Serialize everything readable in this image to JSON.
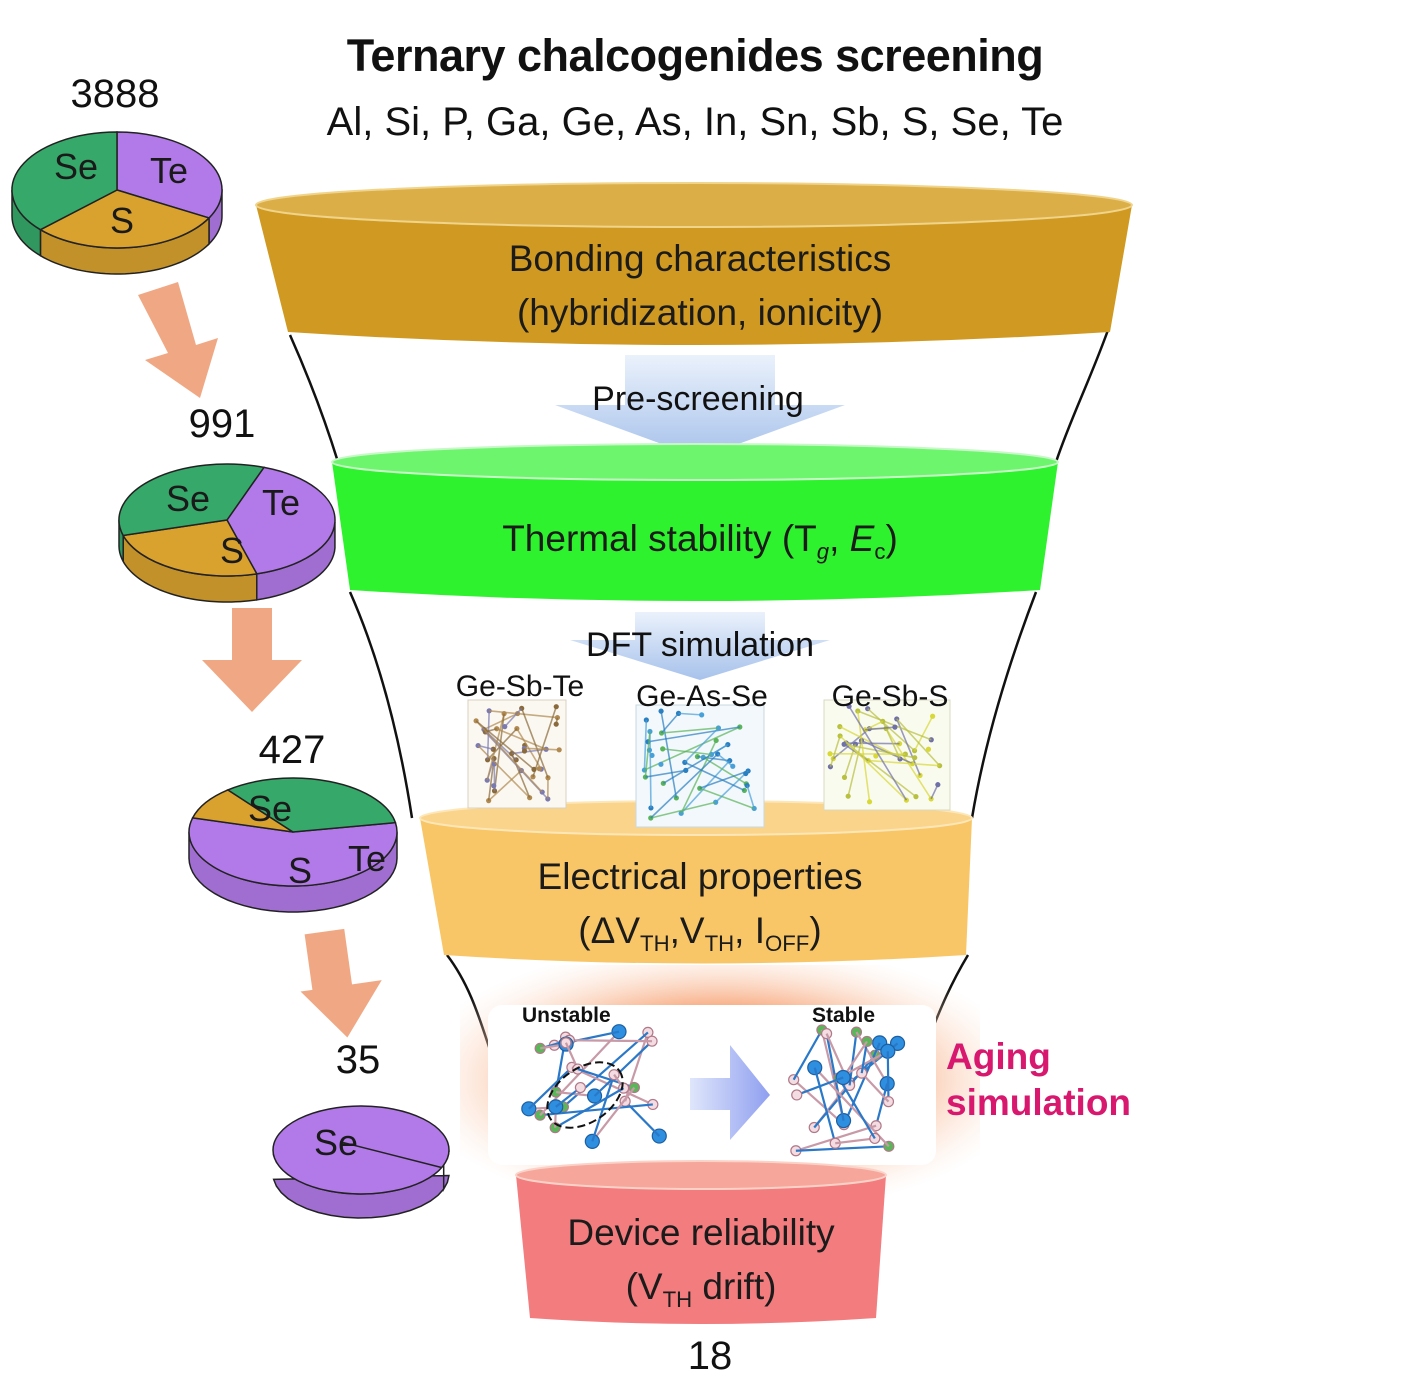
{
  "header": {
    "title": "Ternary chalcogenides screening",
    "elements": "Al, Si, P, Ga, Ge, As, In, Sn, Sb, S, Se, Te"
  },
  "funnel": {
    "stages": [
      {
        "id": "bonding",
        "line1": "Bonding characteristics",
        "line2": "(hybridization, ionicity)",
        "color": "#d09a22"
      },
      {
        "id": "thermal",
        "line1_prefix": "Thermal stability (T",
        "line1_sub1": "g",
        "line1_mid": ", ",
        "line1_E": "E",
        "line1_sub2": "c",
        "line1_suffix": ")",
        "color": "#2ef22e"
      },
      {
        "id": "electrical",
        "line1": "Electrical properties",
        "line2_parts": [
          "(ΔV",
          "TH",
          ",V",
          "TH",
          ", I",
          "OFF",
          ")"
        ],
        "color": "#f8c666"
      },
      {
        "id": "reliability",
        "line1": "Device reliability",
        "line2_parts": [
          "(V",
          "TH",
          " drift)"
        ],
        "color": "#f27c7e"
      }
    ],
    "transitions": {
      "prescreening": "Pre-screening",
      "dft": "DFT simulation"
    },
    "dft_materials": [
      "Ge-Sb-Te",
      "Ge-As-Se",
      "Ge-Sb-S"
    ],
    "aging": {
      "unstable_label": "Unstable",
      "stable_label": "Stable",
      "side_label_line1": "Aging",
      "side_label_line2": "simulation",
      "accent": "#d8186f"
    },
    "final_count": "18"
  },
  "pies": [
    {
      "count": "3888",
      "slices": [
        {
          "label": "Se",
          "fraction": 0.33,
          "color": "#b27ae8"
        },
        {
          "label": "Te",
          "fraction": 0.3,
          "color": "#d9a12e"
        },
        {
          "label": "S",
          "fraction": 0.37,
          "color": "#35a86a"
        }
      ]
    },
    {
      "count": "991",
      "slices": [
        {
          "label": "Se",
          "fraction": 0.4,
          "color": "#b27ae8"
        },
        {
          "label": "Te",
          "fraction": 0.25,
          "color": "#d9a12e"
        },
        {
          "label": "S",
          "fraction": 0.35,
          "color": "#35a86a"
        }
      ]
    },
    {
      "count": "427",
      "slices": [
        {
          "label": "Se",
          "fraction": 0.57,
          "color": "#b27ae8"
        },
        {
          "label": "Te",
          "fraction": 0.1,
          "color": "#d9a12e"
        },
        {
          "label": "S",
          "fraction": 0.33,
          "color": "#35a86a"
        }
      ]
    },
    {
      "count": "35",
      "slices": [
        {
          "label": "Se",
          "fraction": 1.0,
          "color": "#b27ae8"
        }
      ]
    }
  ],
  "flow_arrow_color": "#f0a884"
}
